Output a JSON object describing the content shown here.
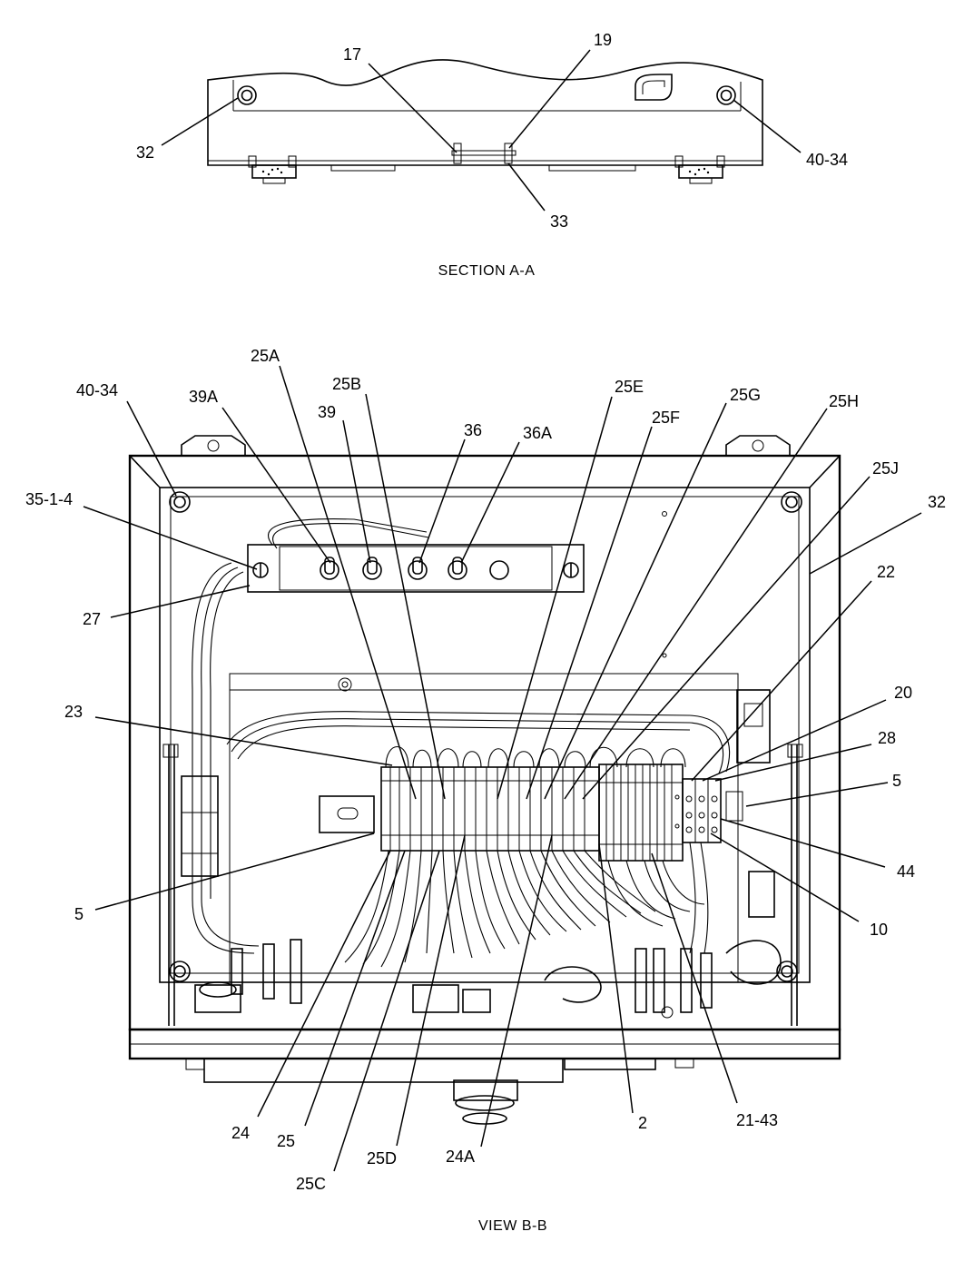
{
  "section_view": {
    "caption": "SECTION  A-A",
    "callouts": {
      "c17": "17",
      "c19": "19",
      "c32": "32",
      "c40_34": "40-34",
      "c33": "33"
    }
  },
  "main_view": {
    "caption": "VIEW  B-B",
    "callouts": {
      "c25A": "25A",
      "c25B": "25B",
      "c40_34": "40-34",
      "c39A": "39A",
      "c39": "39",
      "c36": "36",
      "c36A": "36A",
      "c25E": "25E",
      "c25F": "25F",
      "c25G": "25G",
      "c25H": "25H",
      "c25J": "25J",
      "c32": "32",
      "c35_1_4": "35-1-4",
      "c27": "27",
      "c22": "22",
      "c20": "20",
      "c23": "23",
      "c28": "28",
      "c5_right": "5",
      "c5_left": "5",
      "c44": "44",
      "c10": "10",
      "c24": "24",
      "c25": "25",
      "c25C": "25C",
      "c25D": "25D",
      "c24A": "24A",
      "c2": "2",
      "c21_43": "21-43"
    }
  }
}
